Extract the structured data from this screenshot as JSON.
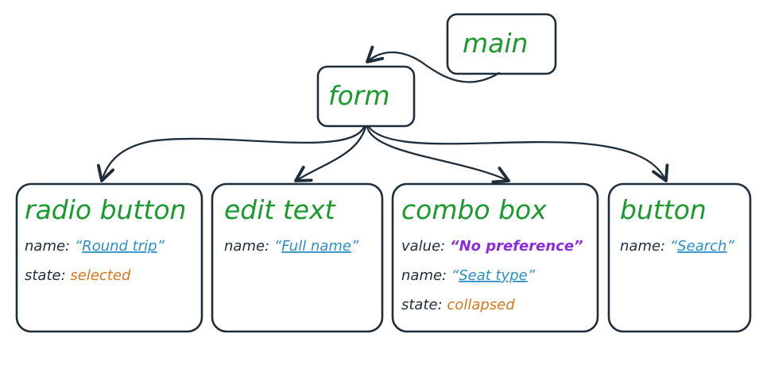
{
  "nodes": {
    "main": {
      "title": "main"
    },
    "form": {
      "title": "form"
    },
    "radio": {
      "title": "radio button",
      "name_label": "name:",
      "name": "Round trip",
      "state_label": "state:",
      "state": "selected"
    },
    "edit": {
      "title": "edit text",
      "name_label": "name:",
      "name": "Full name"
    },
    "combo": {
      "title": "combo box",
      "value_label": "value:",
      "value": "No preference",
      "name_label": "name:",
      "name": "Seat type",
      "state_label": "state:",
      "state": "collapsed"
    },
    "button": {
      "title": "button",
      "name_label": "name:",
      "name": "Search"
    }
  },
  "quotes": {
    "open": "“",
    "close": "”"
  },
  "colors": {
    "title": "#1a9a2c",
    "link": "#2b8fc6",
    "state": "#d9741b",
    "value": "#8a2be2",
    "stroke": "#1e2d3a"
  }
}
